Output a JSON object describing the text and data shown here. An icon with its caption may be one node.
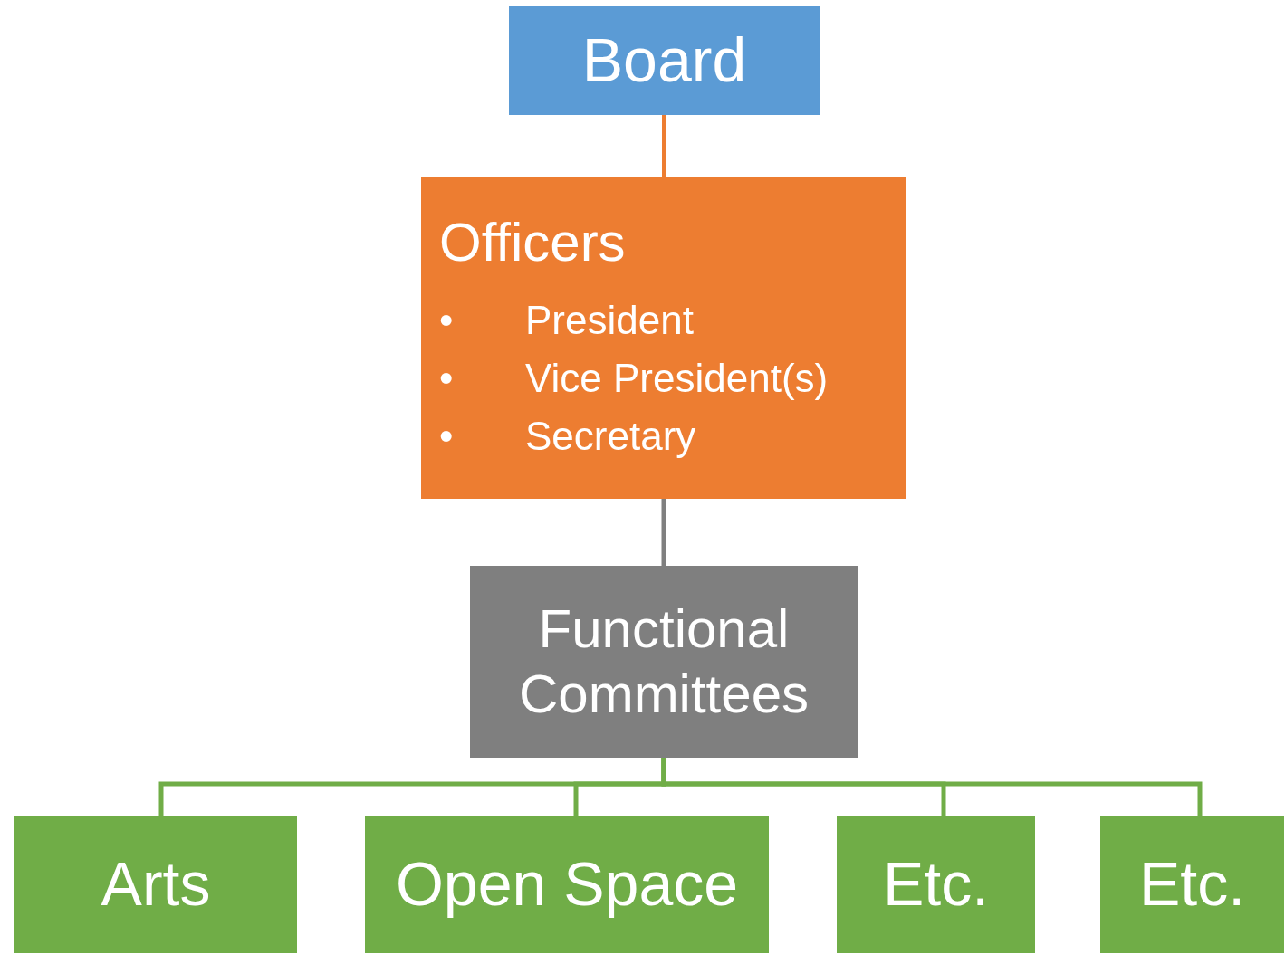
{
  "diagram": {
    "nodes": [
      {
        "text": [
          "Board"
        ]
      },
      {
        "text": [
          "Officers",
          "•",
          "President",
          "•",
          "Vice President(s)",
          "•",
          "Secretary"
        ]
      },
      {
        "text": [
          "Functional Committees"
        ]
      },
      {
        "text": [
          "Arts"
        ]
      },
      {
        "text": [
          "Open Space"
        ]
      },
      {
        "text": [
          "Etc."
        ]
      },
      {
        "text": [
          "Etc."
        ]
      }
    ],
    "edges": [
      {
        "from": 0,
        "to": 1,
        "arrow": "none",
        "color": "#ed7d31"
      },
      {
        "from": 1,
        "to": 2,
        "arrow": "none",
        "color": "#7f7f7f"
      },
      {
        "from": 2,
        "to": 3,
        "arrow": "none"
      },
      {
        "from": 2,
        "to": 4,
        "arrow": "none"
      },
      {
        "from": 2,
        "to": 5,
        "arrow": "none"
      },
      {
        "from": 2,
        "to": 6,
        "arrow": "none"
      }
    ]
  }
}
